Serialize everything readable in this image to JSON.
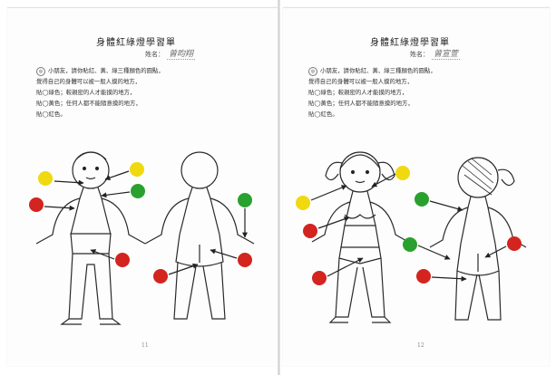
{
  "left_page": {
    "title": "身體紅綠燈學習單",
    "name_label": "姓名：",
    "name_value": "曾昀翔",
    "instructions": [
      "小朋友，請你貼紅、黃、綠三種顏色的圓點，",
      "覺得自己的身體可以被一般人摸的地方，",
      "貼◯綠色；較親密的人才能摸的地方，",
      "貼◯黃色；任何人都不能隨意摸的地方，",
      "貼◯紅色。"
    ],
    "page_number": "11"
  },
  "right_page": {
    "title": "身體紅綠燈學習單",
    "name_label": "姓名：",
    "name_value": "曾宣萱",
    "instructions": [
      "小朋友，請你貼紅、黃、綠三種顏色的圓點，",
      "覺得自己的身體可以被一般人摸的地方，",
      "貼◯綠色；較親密的人才能摸的地方，",
      "貼◯黃色；任何人都不能隨意摸的地方，",
      "貼◯紅色。"
    ],
    "page_number": "12"
  },
  "colors": {
    "red": "#d3241f",
    "yellow": "#f0d90f",
    "green": "#2aa12f"
  }
}
